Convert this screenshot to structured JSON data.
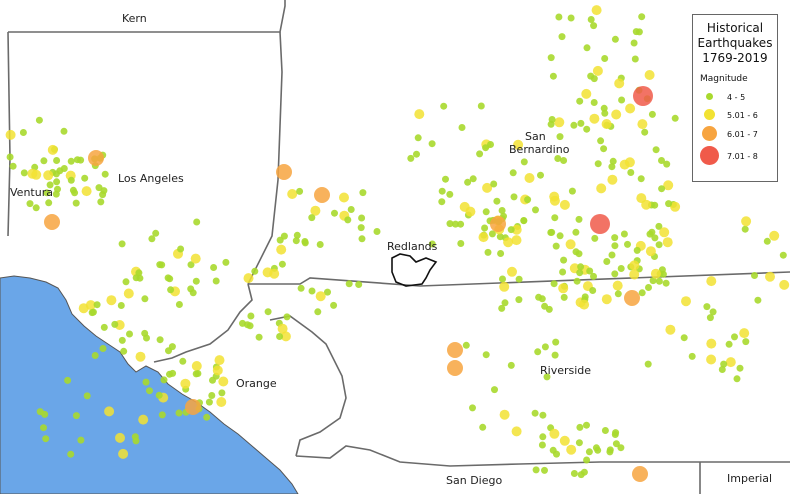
{
  "counties": {
    "kern": "Kern",
    "ventura": "Ventura",
    "los_angeles": "Los Angeles",
    "san_bernardino_1": "San",
    "san_bernardino_2": "Bernardino",
    "orange": "Orange",
    "riverside": "Riverside",
    "san_diego": "San Diego",
    "imperial": "Imperial"
  },
  "city": {
    "name": "Redlands"
  },
  "legend": {
    "title_line1": "Historical",
    "title_line2": "Earthquakes",
    "title_line3": "1769-2019",
    "subtitle": "Magnitude",
    "classes": [
      {
        "label": "4 - 5",
        "color": "#a8d92e"
      },
      {
        "label": "5.01 - 6",
        "color": "#f2e232"
      },
      {
        "label": "6.01 - 7",
        "color": "#f7a440"
      },
      {
        "label": "7.01 - 8",
        "color": "#f05a4a"
      }
    ]
  },
  "colors": {
    "ocean": "#6aa6e8",
    "county_line": "#6a6a6a",
    "land": "#ffffff"
  }
}
